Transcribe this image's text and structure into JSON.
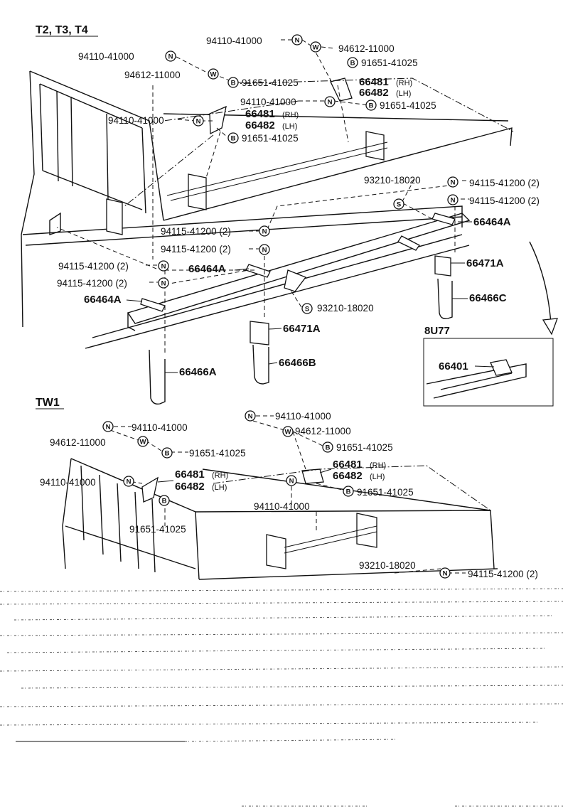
{
  "sections": {
    "upper_title": "T2, T3, T4",
    "lower_title": "TW1",
    "inset_title": "8U77"
  },
  "symbols": {
    "N": "N",
    "W": "W",
    "B": "B",
    "S": "S"
  },
  "parts": {
    "p94110": "94110-41000",
    "p94612": "94612-11000",
    "p91651": "91651-41025",
    "p66481": "66481",
    "p66482": "66482",
    "rh": "(RH)",
    "lh": "(LH)",
    "p93210": "93210-18020",
    "p94115x2": "94115-41200 (2)",
    "p66464A": "66464A",
    "p66471A": "66471A",
    "p66466A": "66466A",
    "p66466B": "66466B",
    "p66466C": "66466C",
    "p66401": "66401"
  }
}
